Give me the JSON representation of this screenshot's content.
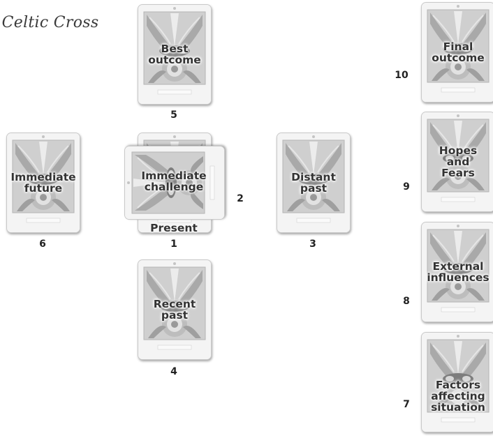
{
  "title": "e Celtic Cross",
  "cards": [
    {
      "position": "1",
      "label": "Present"
    },
    {
      "position": "2",
      "label": "Immediate\nchallenge"
    },
    {
      "position": "3",
      "label": "Distant\npast"
    },
    {
      "position": "4",
      "label": "Recent\npast"
    },
    {
      "position": "5",
      "label": "Best\noutcome"
    },
    {
      "position": "6",
      "label": "Immediate\nfuture"
    },
    {
      "position": "7",
      "label": "Factors\naffecting\nsituation"
    },
    {
      "position": "8",
      "label": "External\ninfluences"
    },
    {
      "position": "9",
      "label": "Hopes\nand\nFears"
    },
    {
      "position": "10",
      "label": "Final\noutcome"
    }
  ]
}
